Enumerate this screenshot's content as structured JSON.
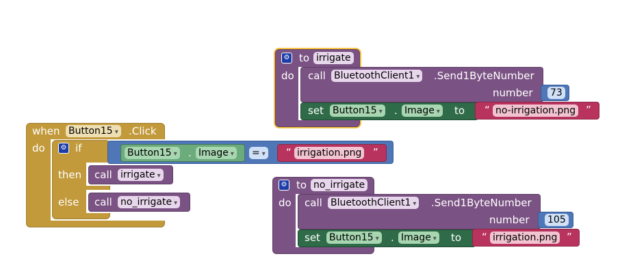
{
  "blocks": {
    "proc_irrigate": {
      "to_kw": "to",
      "name": "irrigate",
      "do_kw": "do",
      "call_kw": "call",
      "component": "BluetoothClient1",
      "method": ".Send1ByteNumber",
      "number_kw": "number",
      "number_value": "73",
      "set_kw": "set",
      "set_component": "Button15",
      "dot": ".",
      "property": "Image",
      "to2_kw": "to",
      "text_value": "no-irrigation.png"
    },
    "event_click": {
      "when_kw": "when",
      "component": "Button15",
      "event": ".Click",
      "do_kw": "do",
      "if_kw": "if",
      "get_component": "Button15",
      "dot": ".",
      "property": "Image",
      "compare_op": "=",
      "text_value": "irrigation.png",
      "then_kw": "then",
      "then_call_kw": "call",
      "then_proc": "irrigate",
      "else_kw": "else",
      "else_call_kw": "call",
      "else_proc": "no_irrigate"
    },
    "proc_no_irrigate": {
      "to_kw": "to",
      "name": "no_irrigate",
      "do_kw": "do",
      "call_kw": "call",
      "component": "BluetoothClient1",
      "method": ".Send1ByteNumber",
      "number_kw": "number",
      "number_value": "105",
      "set_kw": "set",
      "set_component": "Button15",
      "dot": ".",
      "property": "Image",
      "to2_kw": "to",
      "text_value": "irrigation.png"
    }
  },
  "quote_open": "“",
  "quote_close": "”",
  "dropdown_arrow": "▾",
  "colors": {
    "procedure": "#7a5283",
    "control": "#c29a3b",
    "setter": "#2f6b48",
    "logic": "#4f77b7",
    "text": "#b8335d",
    "getter": "#6cab7b",
    "selection": "#f5c242"
  }
}
